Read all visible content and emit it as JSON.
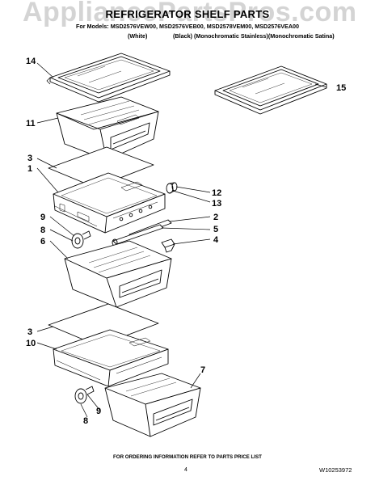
{
  "header": {
    "watermark": "AppliancePartsPros.com",
    "title": "REFRIGERATOR SHELF PARTS",
    "models": "For Models: MSD2576VEW00, MSD2576VEB00, MSD2578VEM00, MSD2576VEA00",
    "colors": [
      "(White)",
      "(Black) (Monochromatic Stainless)(Monochromatic Satina)"
    ]
  },
  "callouts": [
    "14",
    "11",
    "3",
    "1",
    "9",
    "8",
    "6",
    "3",
    "10",
    "8",
    "9",
    "15",
    "12",
    "13",
    "2",
    "5",
    "4",
    "7"
  ],
  "footer": {
    "ordering_note": "FOR ORDERING INFORMATION REFER TO PARTS PRICE LIST",
    "page_number": "4",
    "document_number": "W10253972"
  }
}
